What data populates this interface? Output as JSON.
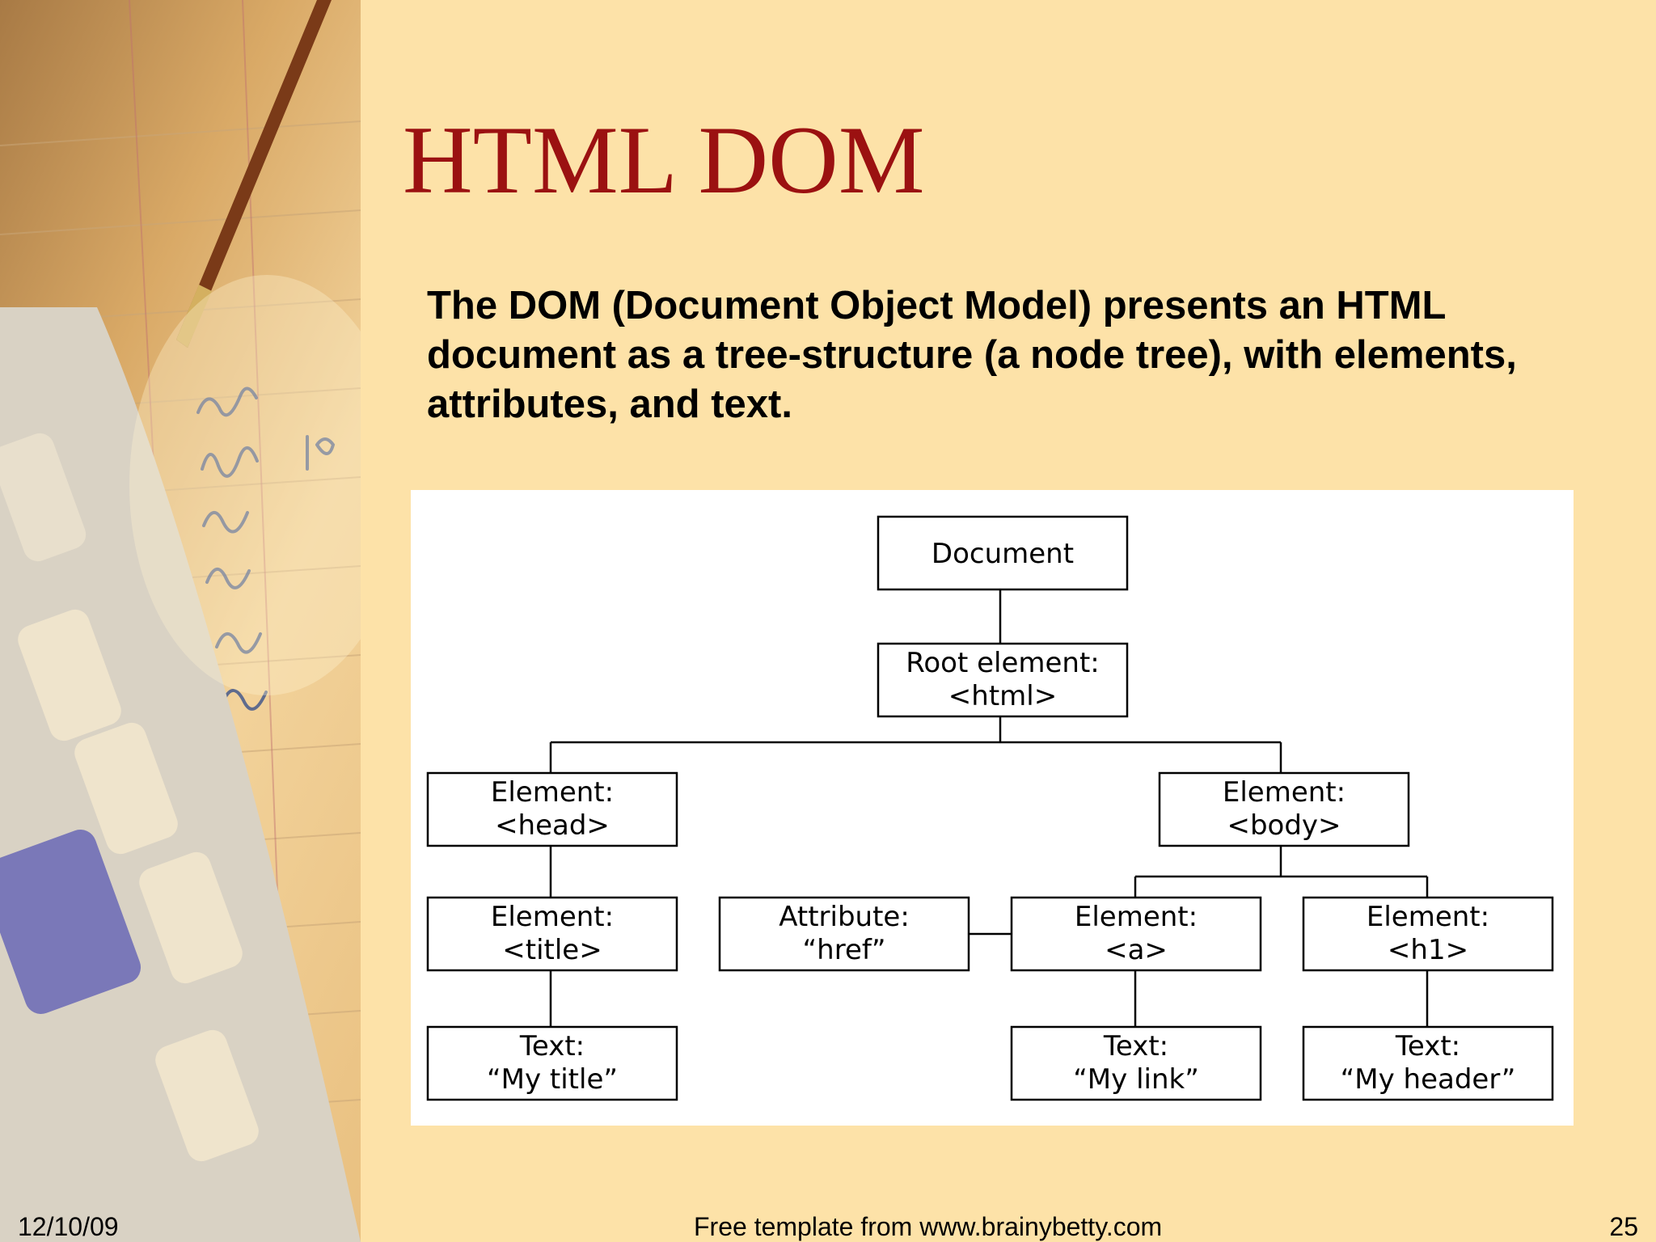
{
  "slide": {
    "title": "HTML DOM",
    "body": "The DOM (Document Object Model) presents an HTML document as a tree-structure (a node tree), with elements, attributes, and text."
  },
  "diagram": {
    "nodes": {
      "document": {
        "line1": "Document",
        "line2": ""
      },
      "root": {
        "line1": "Root element:",
        "line2": "<html>"
      },
      "head": {
        "line1": "Element:",
        "line2": "<head>"
      },
      "body": {
        "line1": "Element:",
        "line2": "<body>"
      },
      "title": {
        "line1": "Element:",
        "line2": "<title>"
      },
      "href": {
        "line1": "Attribute:",
        "line2": "“href”"
      },
      "a": {
        "line1": "Element:",
        "line2": "<a>"
      },
      "h1": {
        "line1": "Element:",
        "line2": "<h1>"
      },
      "text_title": {
        "line1": "Text:",
        "line2": "“My title”"
      },
      "text_link": {
        "line1": "Text:",
        "line2": "“My link”"
      },
      "text_header": {
        "line1": "Text:",
        "line2": "“My header”"
      }
    }
  },
  "footer": {
    "date": "12/10/09",
    "credit": "Free template from www.brainybetty.com",
    "page": "25"
  },
  "colors": {
    "background": "#fde2a8",
    "title": "#9b1111",
    "diagram_background": "#ffffff"
  }
}
